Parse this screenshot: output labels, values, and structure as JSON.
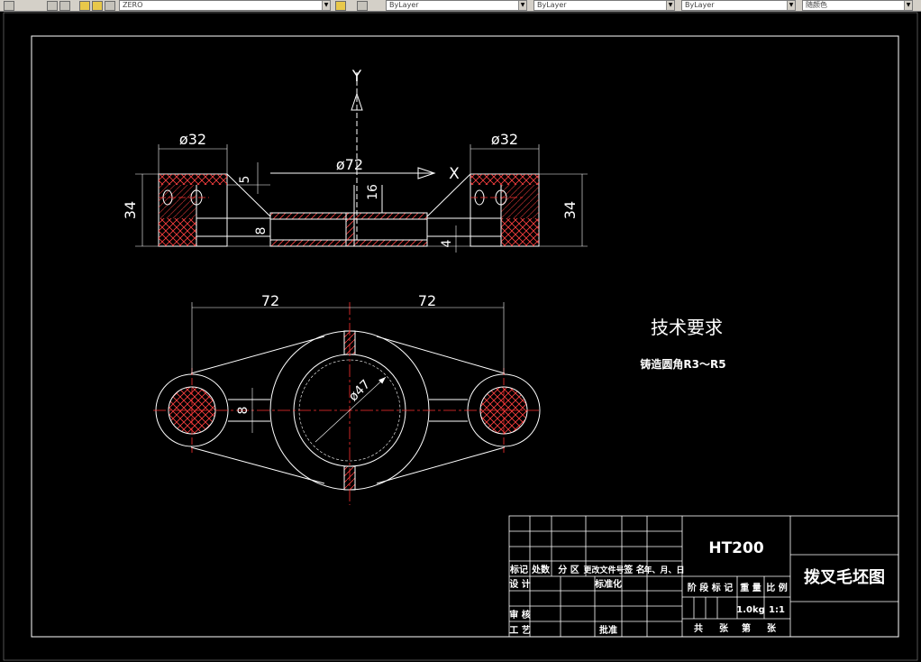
{
  "toolbar": {
    "layer_combo": "ZERO",
    "color_combo": "ByLayer",
    "linetype_combo": "ByLayer",
    "lineweight_combo": "ByLayer",
    "plotstyle_combo": "随颜色"
  },
  "colors": {
    "background": "#000000",
    "lines": "#ffffff",
    "centerlines": "#ff0000",
    "hatch": "#ff4444",
    "hidden": "#ffffff"
  },
  "front_view": {
    "axis_y": "Y",
    "axis_x": "X",
    "dim_left_dia": "ø32",
    "dim_right_dia": "ø32",
    "dim_center_dia": "ø72",
    "dim_height_left": "34",
    "dim_height_right": "34",
    "dim_5": "5",
    "dim_16": "16",
    "dim_8": "8",
    "dim_4": "4"
  },
  "top_view": {
    "dim_left": "72",
    "dim_right": "72",
    "dim_bore": "ø47",
    "dim_rib": "8"
  },
  "tech_req": {
    "title": "技术要求",
    "note": "铸造圆角R3～R5"
  },
  "title_block": {
    "material": "HT200",
    "drawing_name": "拨叉毛坯图",
    "row_labels": [
      "标记",
      "处数",
      "分 区",
      "更改文件号",
      "签 名",
      "年、月、日"
    ],
    "design": "设 计",
    "standardize": "标准化",
    "review": "审 核",
    "process": "工 艺",
    "approve": "批准",
    "stage_mark": "阶 段 标 记",
    "weight_label": "重 量",
    "scale_label": "比 例",
    "weight": "1.0kg",
    "scale": "1:1",
    "sheets_total": "共",
    "sheets_unit": "张",
    "sheet_no": "第",
    "sheet_unit2": "张"
  }
}
